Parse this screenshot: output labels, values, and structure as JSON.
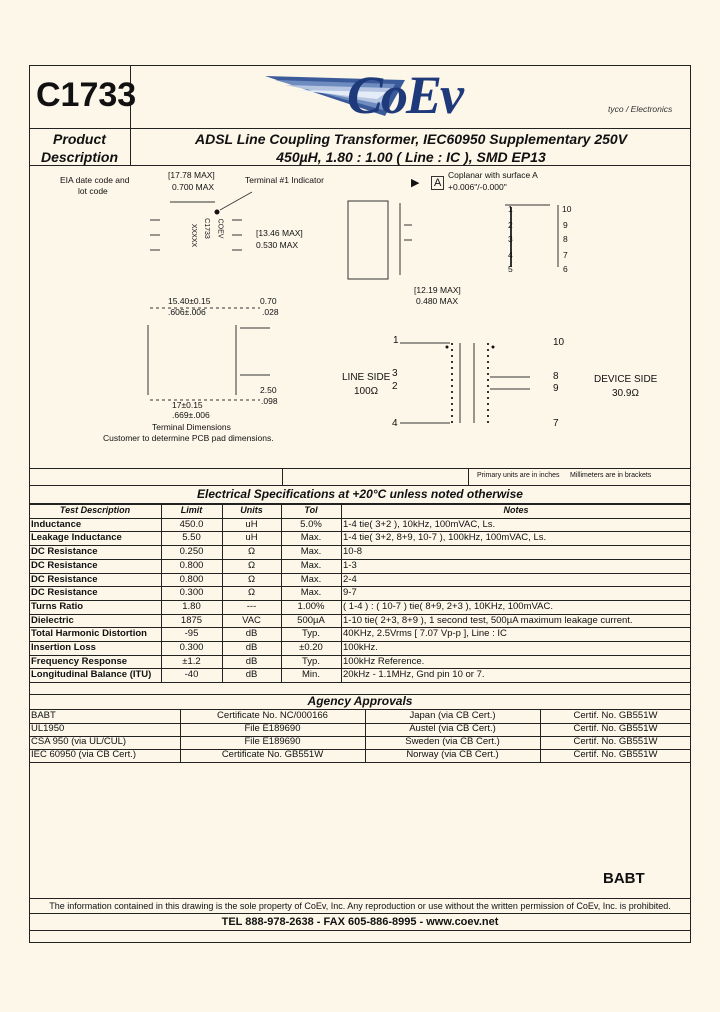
{
  "header": {
    "part_number": "C1733",
    "logo_text": "CoEv",
    "logo_sub": "tyco / Electronics",
    "product_label_1": "Product",
    "product_label_2": "Description",
    "title_line_1": "ADSL Line Coupling Transformer, IEC60950 Supplementary 250V",
    "title_line_2": "450µH, 1.80 : 1.00 ( Line : IC ), SMD EP13"
  },
  "drawing": {
    "eia_label_1": "EIA date code and",
    "eia_label_2": "lot code",
    "dim_top_1": "[17.78 MAX]",
    "dim_top_2": "0.700 MAX",
    "terminal_indicator": "Terminal #1 Indicator",
    "part_marking_1": "C1733",
    "part_marking_2": "COEV",
    "part_marking_3": "XXXXX",
    "dim_side_1": "[13.46 MAX]",
    "dim_side_2": "0.530 MAX",
    "datum": "A",
    "coplanar_1": "Coplanar with surface A",
    "coplanar_2": "+0.006\"/-0.000\"",
    "dim_height_1": "[12.19 MAX]",
    "dim_height_2": "0.480 MAX",
    "pin_10": "10",
    "pin_1": "1",
    "pin_2": "2",
    "pin_3": "3",
    "pin_4": "4",
    "pin_5": "5",
    "pin_6": "6",
    "pin_7": "7",
    "pin_8": "8",
    "pin_9": "9",
    "pad_w_1": "15.40±0.15",
    "pad_w_2": ".606±.006",
    "pad_a_1": "0.70",
    "pad_a_2": ".028",
    "pad_b_1": "2.50",
    "pad_b_2": ".098",
    "pad_c_1": "17±0.15",
    "pad_c_2": ".669±.006",
    "terminal_dims_1": "Terminal Dimensions",
    "terminal_dims_2": "Customer to determine PCB pad dimensions.",
    "line_side": "LINE SIDE",
    "line_ohm": "100Ω",
    "device_side": "DEVICE SIDE",
    "device_ohm": "30.9Ω",
    "units_note_1": "Primary units are in inches",
    "units_note_2": "Millimeters are in brackets"
  },
  "specs": {
    "title": "Electrical Specifications at +20°C unless noted otherwise",
    "columns": [
      "Test Description",
      "Limit",
      "Units",
      "Tol",
      "Notes"
    ],
    "rows": [
      [
        "Inductance",
        "450.0",
        "uH",
        "5.0%",
        "1-4 tie( 3+2 ), 10kHz, 100mVAC, Ls."
      ],
      [
        "Leakage Inductance",
        "5.50",
        "uH",
        "Max.",
        "1-4 tie( 3+2, 8+9, 10-7 ), 100kHz, 100mVAC, Ls."
      ],
      [
        "DC Resistance",
        "0.250",
        "Ω",
        "Max.",
        "10-8"
      ],
      [
        "DC Resistance",
        "0.800",
        "Ω",
        "Max.",
        "1-3"
      ],
      [
        "DC Resistance",
        "0.800",
        "Ω",
        "Max.",
        "2-4"
      ],
      [
        "DC Resistance",
        "0.300",
        "Ω",
        "Max.",
        "9-7"
      ],
      [
        "Turns Ratio",
        "1.80",
        "---",
        "1.00%",
        "( 1-4 ) : ( 10-7 ) tie( 8+9, 2+3 ), 10KHz, 100mVAC."
      ],
      [
        "Dielectric",
        "1875",
        "VAC",
        "500µA",
        "1-10 tie( 2+3, 8+9 ), 1 second test, 500µA maximum leakage current."
      ],
      [
        "Total Harmonic Distortion",
        "-95",
        "dB",
        "Typ.",
        "40KHz, 2.5Vrms [ 7.07 Vp-p ], Line : IC"
      ],
      [
        "Insertion Loss",
        "0.300",
        "dB",
        "±0.20",
        "100kHz."
      ],
      [
        "Frequency Response",
        "±1.2",
        "dB",
        "Typ.",
        "100kHz Reference."
      ],
      [
        "Longitudinal Balance (ITU)",
        "-40",
        "dB",
        "Min.",
        "20kHz - 1.1MHz, Gnd pin 10 or 7."
      ]
    ]
  },
  "agency": {
    "title": "Agency Approvals",
    "rows": [
      [
        "BABT",
        "Certificate No. NC/000166",
        "Japan (via CB Cert.)",
        "Certif. No. GB551W"
      ],
      [
        "UL1950",
        "File E189690",
        "Austel (via CB Cert.)",
        "Certif. No. GB551W"
      ],
      [
        "CSA 950 (via UL/CUL)",
        "File E189690",
        "Sweden (via CB Cert.)",
        "Certif. No. GB551W"
      ],
      [
        "IEC 60950 (via CB Cert.)",
        "Certificate No. GB551W",
        "Norway (via CB Cert.)",
        "Certif. No. GB551W"
      ]
    ],
    "mark": "BABT"
  },
  "footer": {
    "notice": "The information contained in this drawing is the sole property of CoEv, Inc. Any reproduction or use without the written permission of CoEv, Inc. is prohibited.",
    "contact": "TEL 888-978-2638 - FAX 605-886-8995 - www.coev.net"
  },
  "colors": {
    "background": "#fdf7ea",
    "logo_blue": "#1f3a7a",
    "ink": "#111111"
  }
}
